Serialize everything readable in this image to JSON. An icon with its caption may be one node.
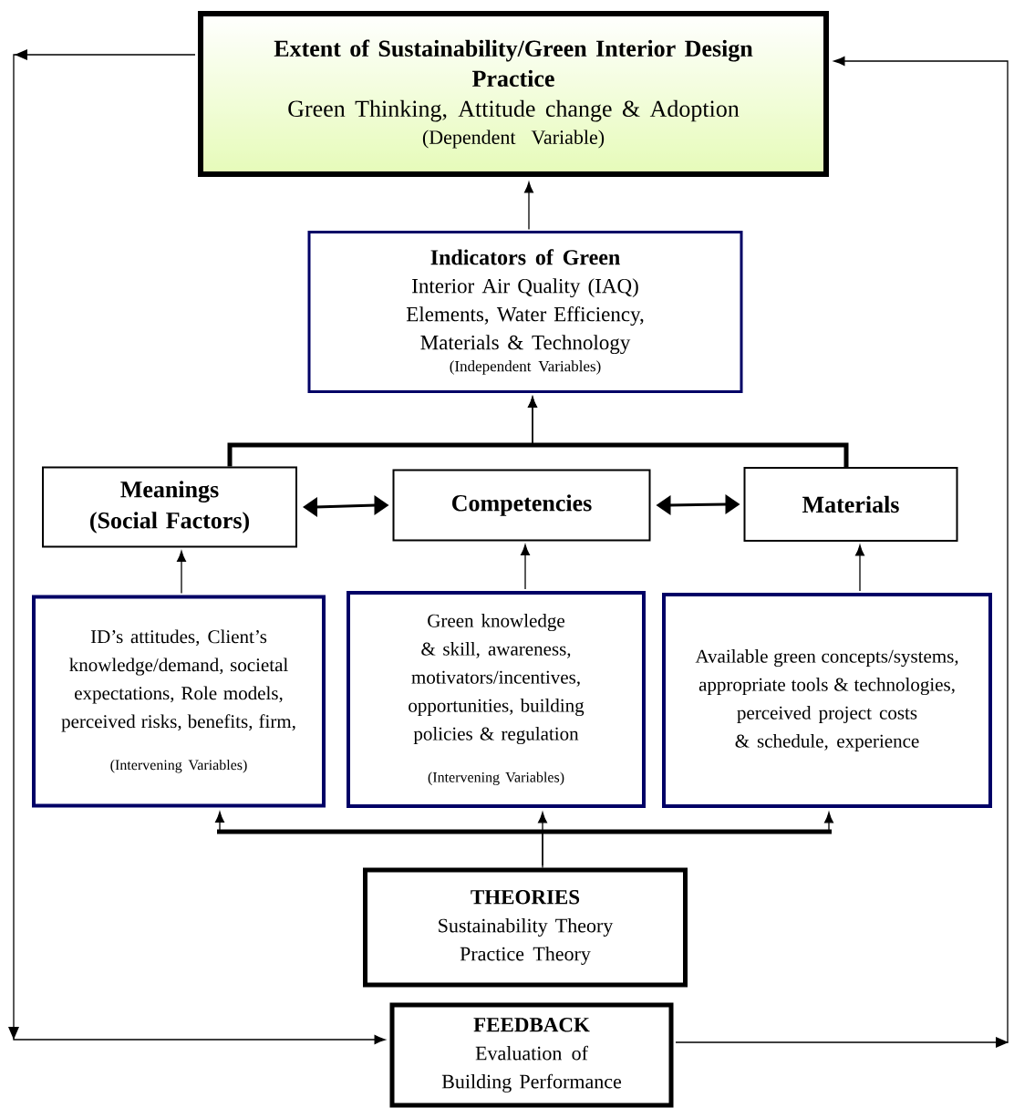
{
  "diagram": {
    "nodes": [
      {
        "text": [
          "Extent of Sustainability/Green Interior Design Practice",
          "Green Thinking, Attitude change & Adoption",
          "(Dependent Variable)"
        ]
      },
      {
        "text": [
          "Indicators of Green",
          "Interior Air Quality (IAQ) Elements, Water Efficiency, Materials & Technology",
          "(Independent Variables)"
        ]
      },
      {
        "text": [
          "Meanings (Social Factors)"
        ]
      },
      {
        "text": [
          "Competencies"
        ]
      },
      {
        "text": [
          "Materials"
        ]
      },
      {
        "text": [
          "ID’s attitudes, Client’s knowledge/demand, societal expectations, Role models, perceived risks, benefits, firm,",
          "(Intervening Variables)"
        ]
      },
      {
        "text": [
          "Green knowledge & skill, awareness, motivators/incentives, opportunities, building policies & regulation",
          "(Intervening Variables)"
        ]
      },
      {
        "text": [
          "Available green concepts/systems, appropriate tools & technologies, perceived project costs & schedule, experience"
        ]
      },
      {
        "text": [
          "THEORIES",
          "Sustainability Theory Practice Theory"
        ]
      },
      {
        "text": [
          "FEEDBACK",
          "Evaluation of Building Performance"
        ]
      }
    ],
    "edges": [
      {
        "from": 1,
        "to": 0,
        "arrow": "to"
      },
      {
        "from": 2,
        "to": 1,
        "arrow": "to"
      },
      {
        "from": 4,
        "to": 1,
        "arrow": "to"
      },
      {
        "from": 2,
        "to": 3,
        "arrow": "both"
      },
      {
        "from": 3,
        "to": 4,
        "arrow": "both"
      },
      {
        "from": 5,
        "to": 2,
        "arrow": "to"
      },
      {
        "from": 6,
        "to": 3,
        "arrow": "to"
      },
      {
        "from": 7,
        "to": 4,
        "arrow": "to"
      },
      {
        "from": 8,
        "to": 5,
        "arrow": "to"
      },
      {
        "from": 8,
        "to": 6,
        "arrow": "to"
      },
      {
        "from": 8,
        "to": 7,
        "arrow": "to"
      },
      {
        "from": 0,
        "to": 9,
        "arrow": "to"
      },
      {
        "from": 9,
        "to": 0,
        "arrow": "to"
      }
    ]
  }
}
